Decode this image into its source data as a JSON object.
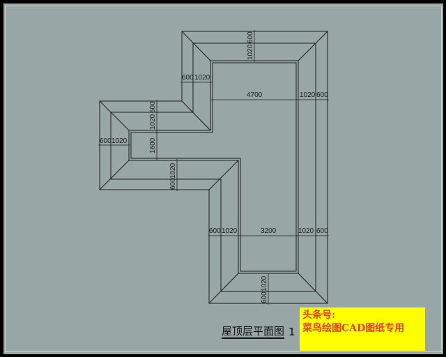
{
  "drawing": {
    "title": "屋顶层平面图",
    "scale_fragment": "1",
    "dimensions": {
      "top_vertical": [
        "600",
        "1020"
      ],
      "upper_step_horizontal": [
        "600",
        "1020"
      ],
      "main_width": "4700",
      "right_upper": [
        "1020",
        "600"
      ],
      "left_wing_vertical": [
        "600",
        "1020",
        "1600"
      ],
      "left_wing_horizontal": [
        "600",
        "1020"
      ],
      "lower_wing_vertical": [
        "1020",
        "600"
      ],
      "lower_horizontal": [
        "600",
        "1020",
        "3200",
        "1020",
        "600"
      ],
      "bottom_vertical": [
        "1020",
        "600"
      ]
    }
  },
  "watermark": {
    "line1": "头条号:",
    "line2": "菜鸟绘图CAD图纸专用",
    "background": "#ffff00",
    "text_color": "#e0401a"
  }
}
